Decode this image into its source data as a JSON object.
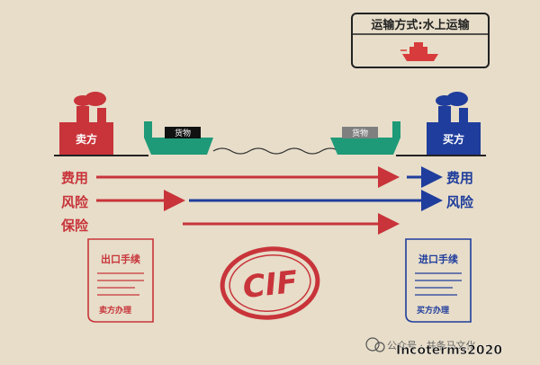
{
  "transport_box": {
    "title": "运输方式:水上运输",
    "icon": "ship-icon"
  },
  "seller": {
    "label": "卖方",
    "color": "#c8343a"
  },
  "buyer": {
    "label": "买方",
    "color": "#1f3d9c"
  },
  "ships": {
    "left_label": "货物",
    "right_label": "货物"
  },
  "rows": [
    {
      "left": "费用",
      "right": "费用"
    },
    {
      "left": "风险",
      "right": "风险"
    },
    {
      "left": "保险",
      "right": ""
    }
  ],
  "left_doc": {
    "title": "出口手续",
    "footer": "卖方办理"
  },
  "right_doc": {
    "title": "进口手续",
    "footer": "买方办理"
  },
  "stamp": {
    "text": "CIF"
  },
  "watermark": {
    "prefix": "公众号 · 并条马文化",
    "brand": "Incoterms2020"
  },
  "colors": {
    "red": "#c8343a",
    "blue": "#1f3d9c",
    "ship_green": "#1f9a78",
    "background": "#e7ddc9"
  }
}
